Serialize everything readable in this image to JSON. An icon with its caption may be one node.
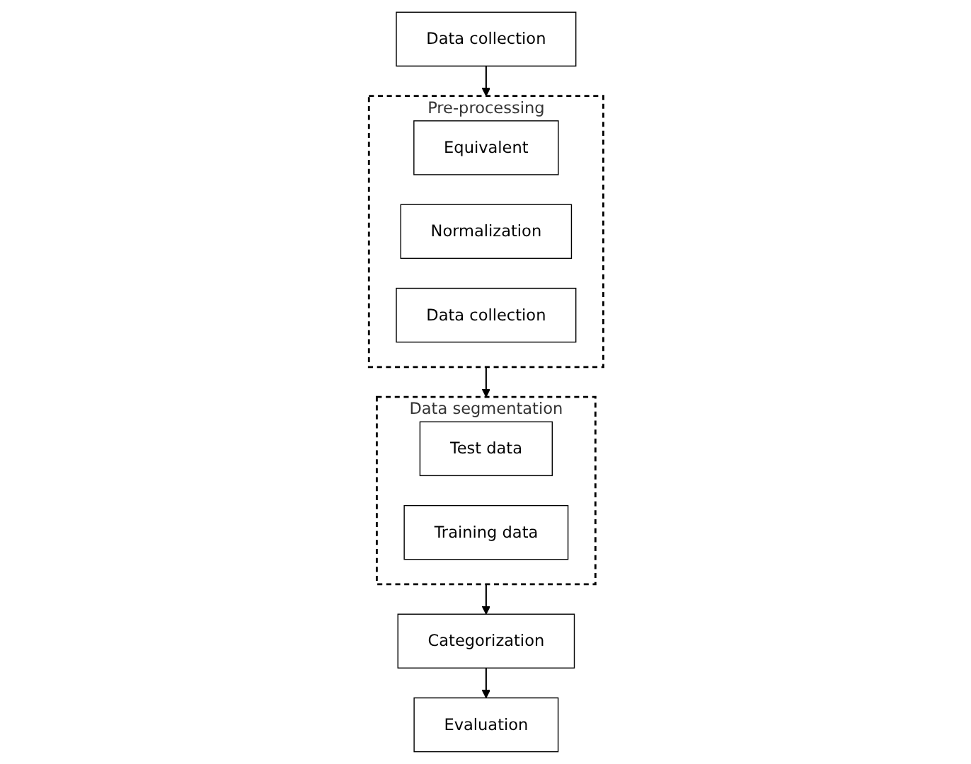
{
  "diagram": {
    "nodes": [
      {
        "text": [
          "Data collection"
        ]
      },
      {
        "text": [
          "Pre-processing"
        ]
      },
      {
        "text": [
          "Equivalent"
        ],
        "in": 1
      },
      {
        "text": [
          "Normalization"
        ],
        "in": 1
      },
      {
        "text": [
          "Data collection"
        ],
        "in": 1
      },
      {
        "text": [
          "Data segmentation"
        ]
      },
      {
        "text": [
          "Test data"
        ],
        "in": 5
      },
      {
        "text": [
          "Training data"
        ],
        "in": 5
      },
      {
        "text": [
          "Categorization"
        ]
      },
      {
        "text": [
          "Evaluation"
        ]
      }
    ],
    "edges": [
      {
        "from": 0,
        "to": 1,
        "arrow": "to"
      },
      {
        "from": 1,
        "to": 5,
        "arrow": "to"
      },
      {
        "from": 5,
        "to": 8,
        "arrow": "to"
      },
      {
        "from": 8,
        "to": 9,
        "arrow": "to"
      }
    ]
  }
}
